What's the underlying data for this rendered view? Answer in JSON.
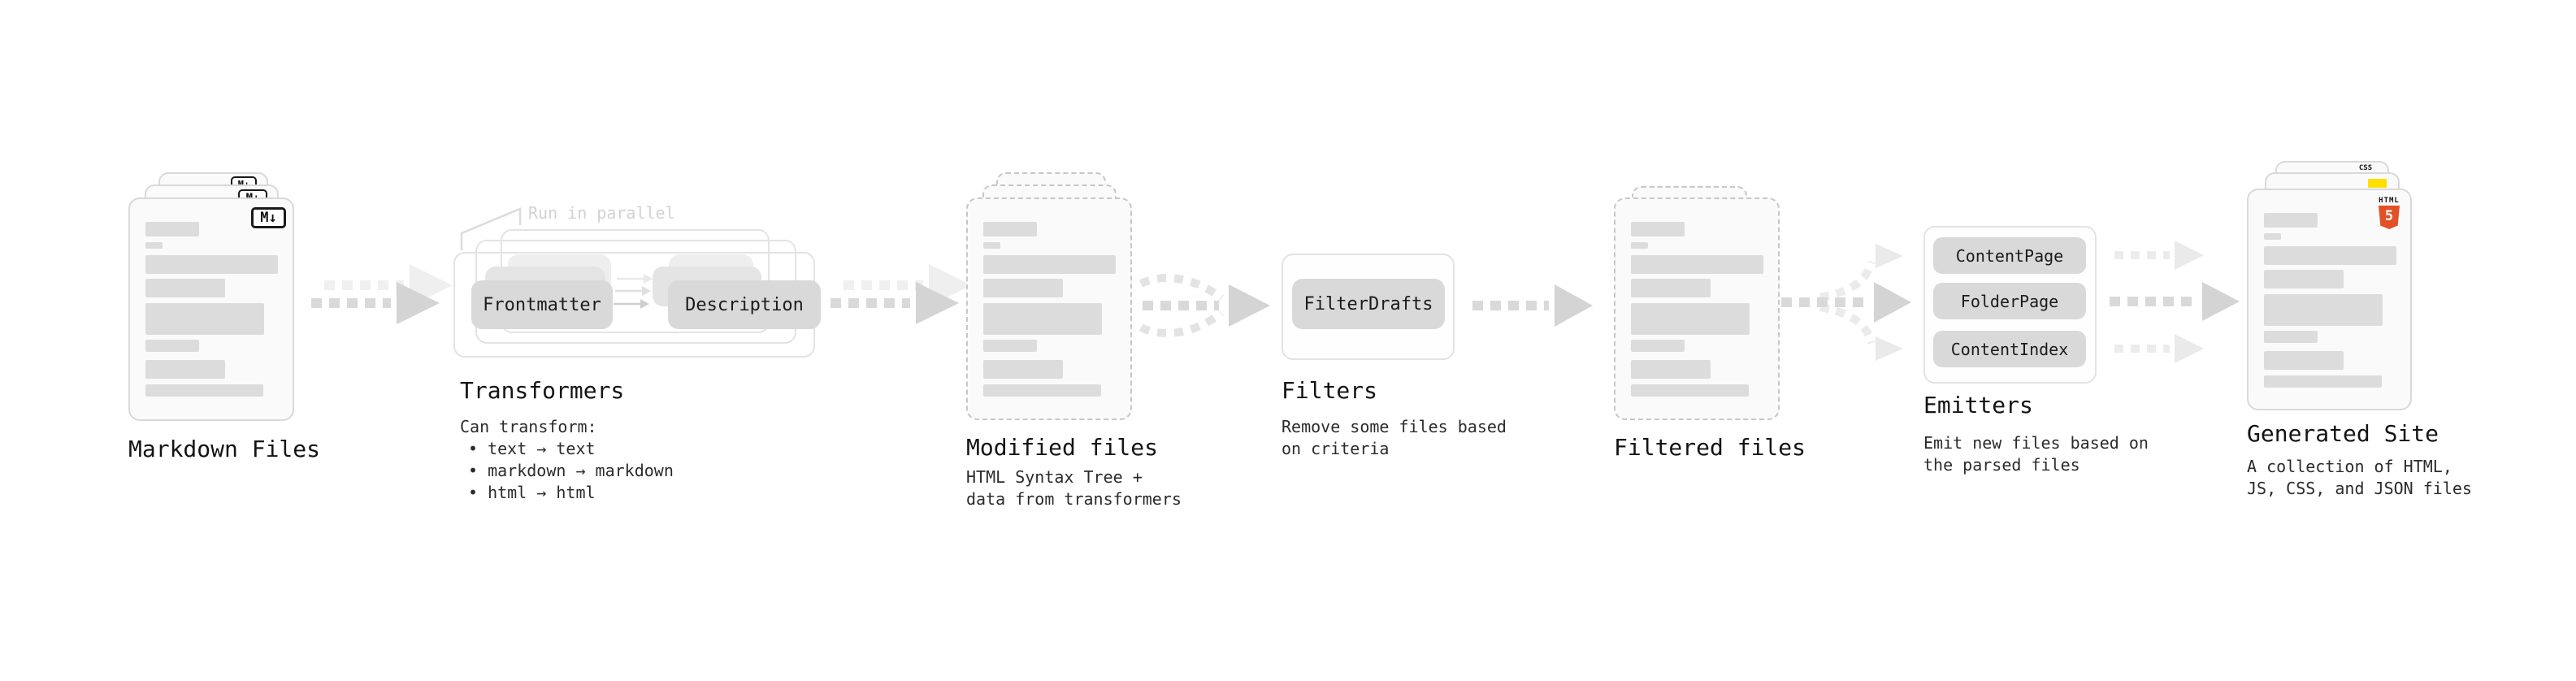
{
  "diagram": {
    "bullet_char": "•",
    "run_in_parallel_label": "Run in parallel",
    "markdown_files": {
      "label": "Markdown Files",
      "badge": "M↓"
    },
    "transformers": {
      "title": "Transformers",
      "description_intro": "Can transform:",
      "bullets": [
        "text → text",
        "markdown → markdown",
        "html → html"
      ],
      "source_chip": "Frontmatter",
      "target_chip": "Description"
    },
    "modified_files": {
      "label": "Modified files",
      "description_line1": "HTML Syntax Tree +",
      "description_line2": "data from transformers"
    },
    "filters": {
      "title": "Filters",
      "chip": "FilterDrafts",
      "description_line1": "Remove some files based",
      "description_line2": "on criteria"
    },
    "filtered_files": {
      "label": "Filtered files"
    },
    "emitters": {
      "title": "Emitters",
      "chips": [
        "ContentPage",
        "FolderPage",
        "ContentIndex"
      ],
      "description_line1": "Emit new files based on",
      "description_line2": "the parsed files"
    },
    "generated_site": {
      "label": "Generated Site",
      "description_line1": "A collection of HTML,",
      "description_line2": "JS, CSS, and JSON files",
      "html5_badge_top": "HTML",
      "html5_badge_number": "5",
      "css_badge": "CSS"
    },
    "colors": {
      "html5_orange": "#e34f26",
      "js_yellow": "#ffdf00",
      "css_blue": "#2760e6"
    }
  }
}
